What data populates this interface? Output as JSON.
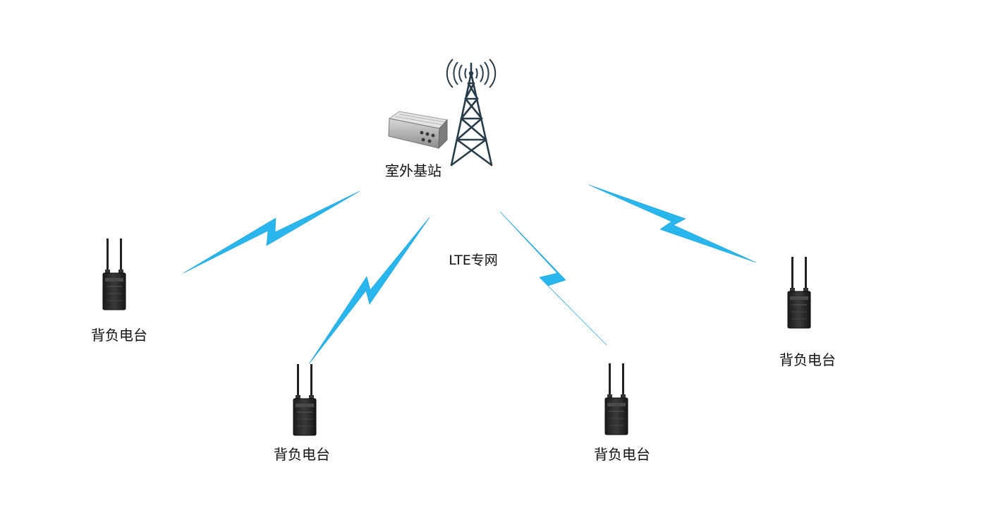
{
  "base_station": {
    "label": "室外基站",
    "icons": [
      "outdoor-base-station-unit",
      "transmission-tower"
    ]
  },
  "network": {
    "label": "LTE专网"
  },
  "radios": [
    {
      "label": "背负电台"
    },
    {
      "label": "背负电台"
    },
    {
      "label": "背负电台"
    },
    {
      "label": "背负电台"
    }
  ],
  "links": {
    "color": "#29b6ec",
    "count": 4
  }
}
